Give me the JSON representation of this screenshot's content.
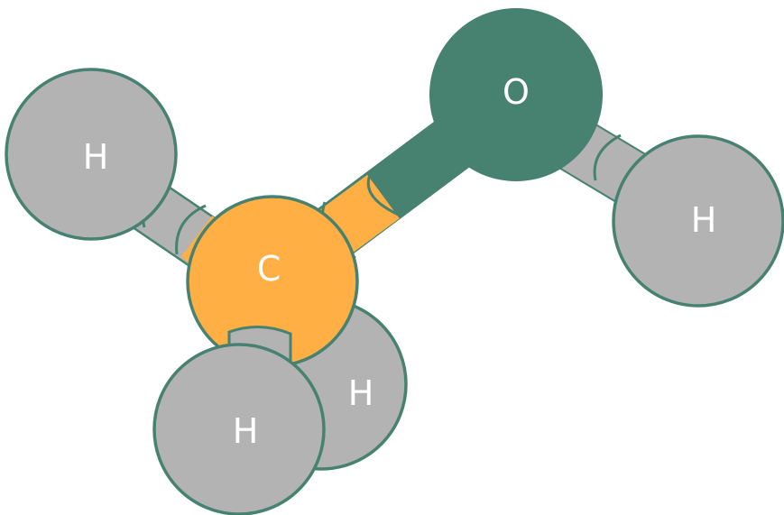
{
  "molecule": {
    "atoms": [
      {
        "id": "h1",
        "element": "H",
        "label": "H"
      },
      {
        "id": "c",
        "element": "C",
        "label": "C"
      },
      {
        "id": "o",
        "element": "O",
        "label": "O"
      },
      {
        "id": "h2",
        "element": "H",
        "label": "H"
      },
      {
        "id": "h3",
        "element": "H",
        "label": "H"
      },
      {
        "id": "h4",
        "element": "H",
        "label": "H"
      }
    ],
    "bonds": [
      {
        "from": "c",
        "to": "h1"
      },
      {
        "from": "c",
        "to": "o"
      },
      {
        "from": "o",
        "to": "h2"
      },
      {
        "from": "c",
        "to": "h3"
      },
      {
        "from": "c",
        "to": "h4"
      }
    ]
  },
  "colors": {
    "hydrogen": "#b3b3b3",
    "carbon": "#ffaf43",
    "oxygen": "#478271",
    "outline": "#478271",
    "label": "#ffffff"
  }
}
